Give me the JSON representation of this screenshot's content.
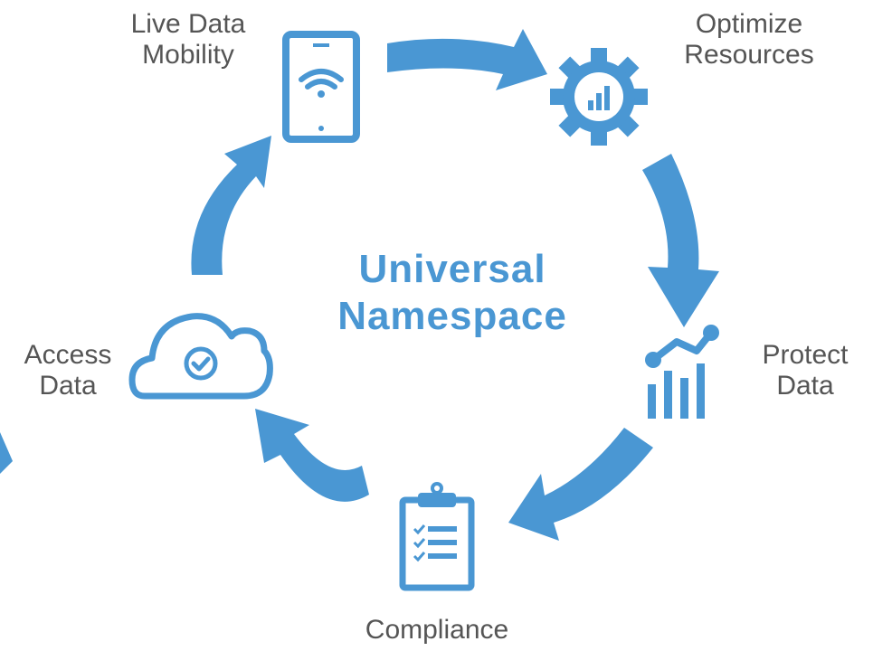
{
  "diagram": {
    "center": {
      "line1": "Universal",
      "line2": "Namespace"
    },
    "accent_color": "#4A97D3",
    "text_color": "#555555",
    "nodes": [
      {
        "id": "live-data-mobility",
        "line1": "Live Data",
        "line2": "Mobility",
        "icon": "tablet-wifi-icon"
      },
      {
        "id": "optimize-resources",
        "line1": "Optimize",
        "line2": "Resources",
        "icon": "gear-chart-icon"
      },
      {
        "id": "protect-data",
        "line1": "Protect",
        "line2": "Data",
        "icon": "trend-chart-icon"
      },
      {
        "id": "compliance",
        "line1": "Compliance",
        "line2": "",
        "icon": "clipboard-checklist-icon"
      },
      {
        "id": "access-data",
        "line1": "Access",
        "line2": "Data",
        "icon": "cloud-check-icon"
      }
    ]
  }
}
